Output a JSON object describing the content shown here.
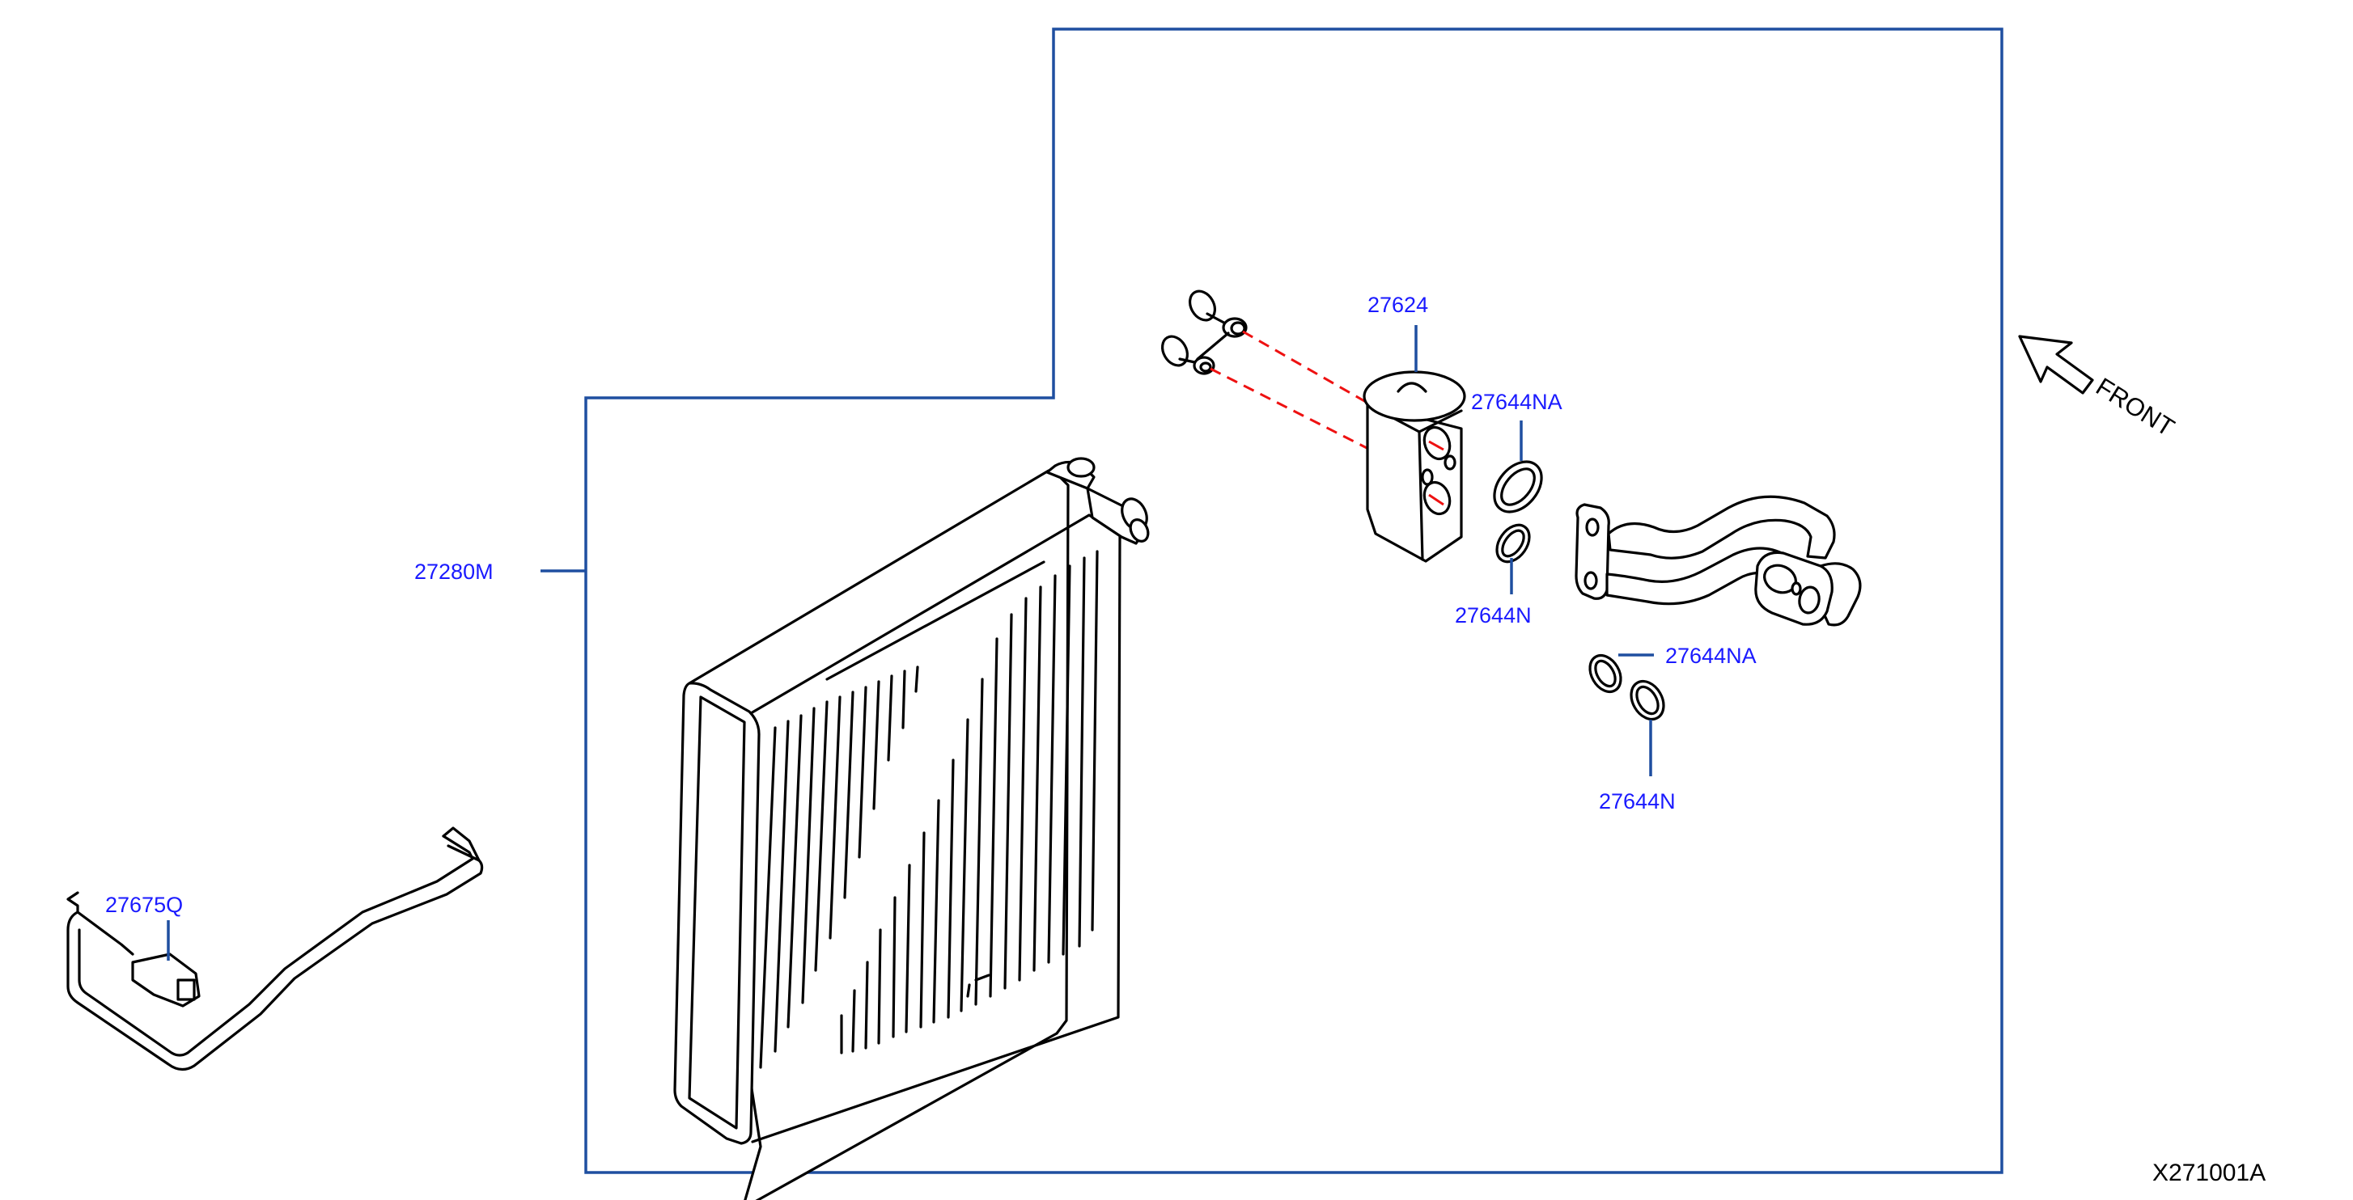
{
  "diagram": {
    "part_labels": {
      "evaporator": "27280M",
      "expansion_valve": "27624",
      "o_ring_upper_na": "27644NA",
      "o_ring_upper_n": "27644N",
      "o_ring_lower_na": "27644NA",
      "o_ring_lower_n": "27644N",
      "thermo_sensor": "27675Q"
    },
    "direction_label": "FRONT",
    "diagram_code": "X271001A",
    "colors": {
      "frame": "#1f4fa0",
      "callout_text": "#1a1aff",
      "alignment_dash": "#ee1111",
      "line_art": "#000000"
    },
    "icons": [
      "front-arrow-icon"
    ]
  }
}
